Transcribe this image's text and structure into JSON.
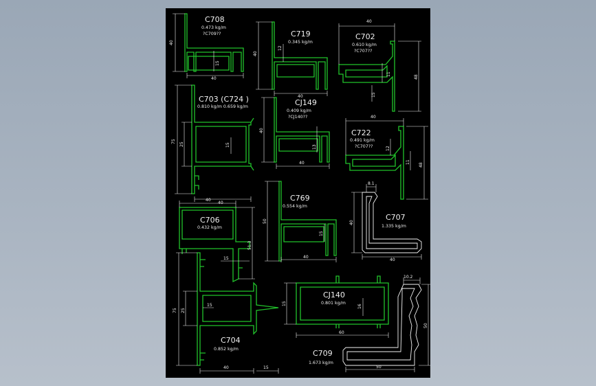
{
  "colors": {
    "background": "#a3aebc",
    "sheet": "#000000",
    "profile": "#21c42b",
    "lines": "#f0f0f0"
  },
  "profiles": [
    {
      "id": "c708",
      "name": "C708",
      "weight": "0.473 kg/m",
      "code": "?C709??"
    },
    {
      "id": "c719",
      "name": "C719",
      "weight": "0.345 kg/m"
    },
    {
      "id": "c702",
      "name": "C702",
      "weight": "0.610 kg/m",
      "code": "?C707??"
    },
    {
      "id": "c703",
      "name": "C703 (C724  )",
      "weight": "0.810 kg/m 0.659 kg/m"
    },
    {
      "id": "cj149",
      "name": "CJ149",
      "weight": "0.409 kg/m",
      "code": "?CJ140??"
    },
    {
      "id": "c722",
      "name": "C722",
      "weight": "0.491 kg/m",
      "code": "?C707??"
    },
    {
      "id": "c706",
      "name": "C706",
      "weight": "0.432 kg/m"
    },
    {
      "id": "c769",
      "name": "C769",
      "weight": "0.554 kg/m"
    },
    {
      "id": "c707",
      "name": "C707",
      "weight": "1.335 kg/m"
    },
    {
      "id": "cj140",
      "name": "CJ140",
      "weight": "0.801 kg/m"
    },
    {
      "id": "c704",
      "name": "C704",
      "weight": "0.852 kg/m"
    },
    {
      "id": "c709",
      "name": "C709",
      "weight": "1.673 kg/m"
    }
  ],
  "dims": {
    "c708": [
      "40",
      "15",
      "40"
    ],
    "c719": [
      "40",
      "12",
      "40"
    ],
    "c702": [
      "40",
      "11",
      "48",
      "15"
    ],
    "c703": [
      "75",
      "25",
      "15",
      "40"
    ],
    "cj149": [
      "40",
      "13",
      "40"
    ],
    "c722": [
      "40",
      "12",
      "11",
      "48"
    ],
    "c706": [
      "40",
      "51.3",
      "15"
    ],
    "c769": [
      "50",
      "15",
      "40"
    ],
    "c707": [
      "8.1",
      "40",
      "40"
    ],
    "cj140": [
      "15",
      "16",
      "60"
    ],
    "c704": [
      "75",
      "25",
      "15",
      "40",
      "15"
    ],
    "c709": [
      "10.2",
      "50",
      "50"
    ]
  }
}
